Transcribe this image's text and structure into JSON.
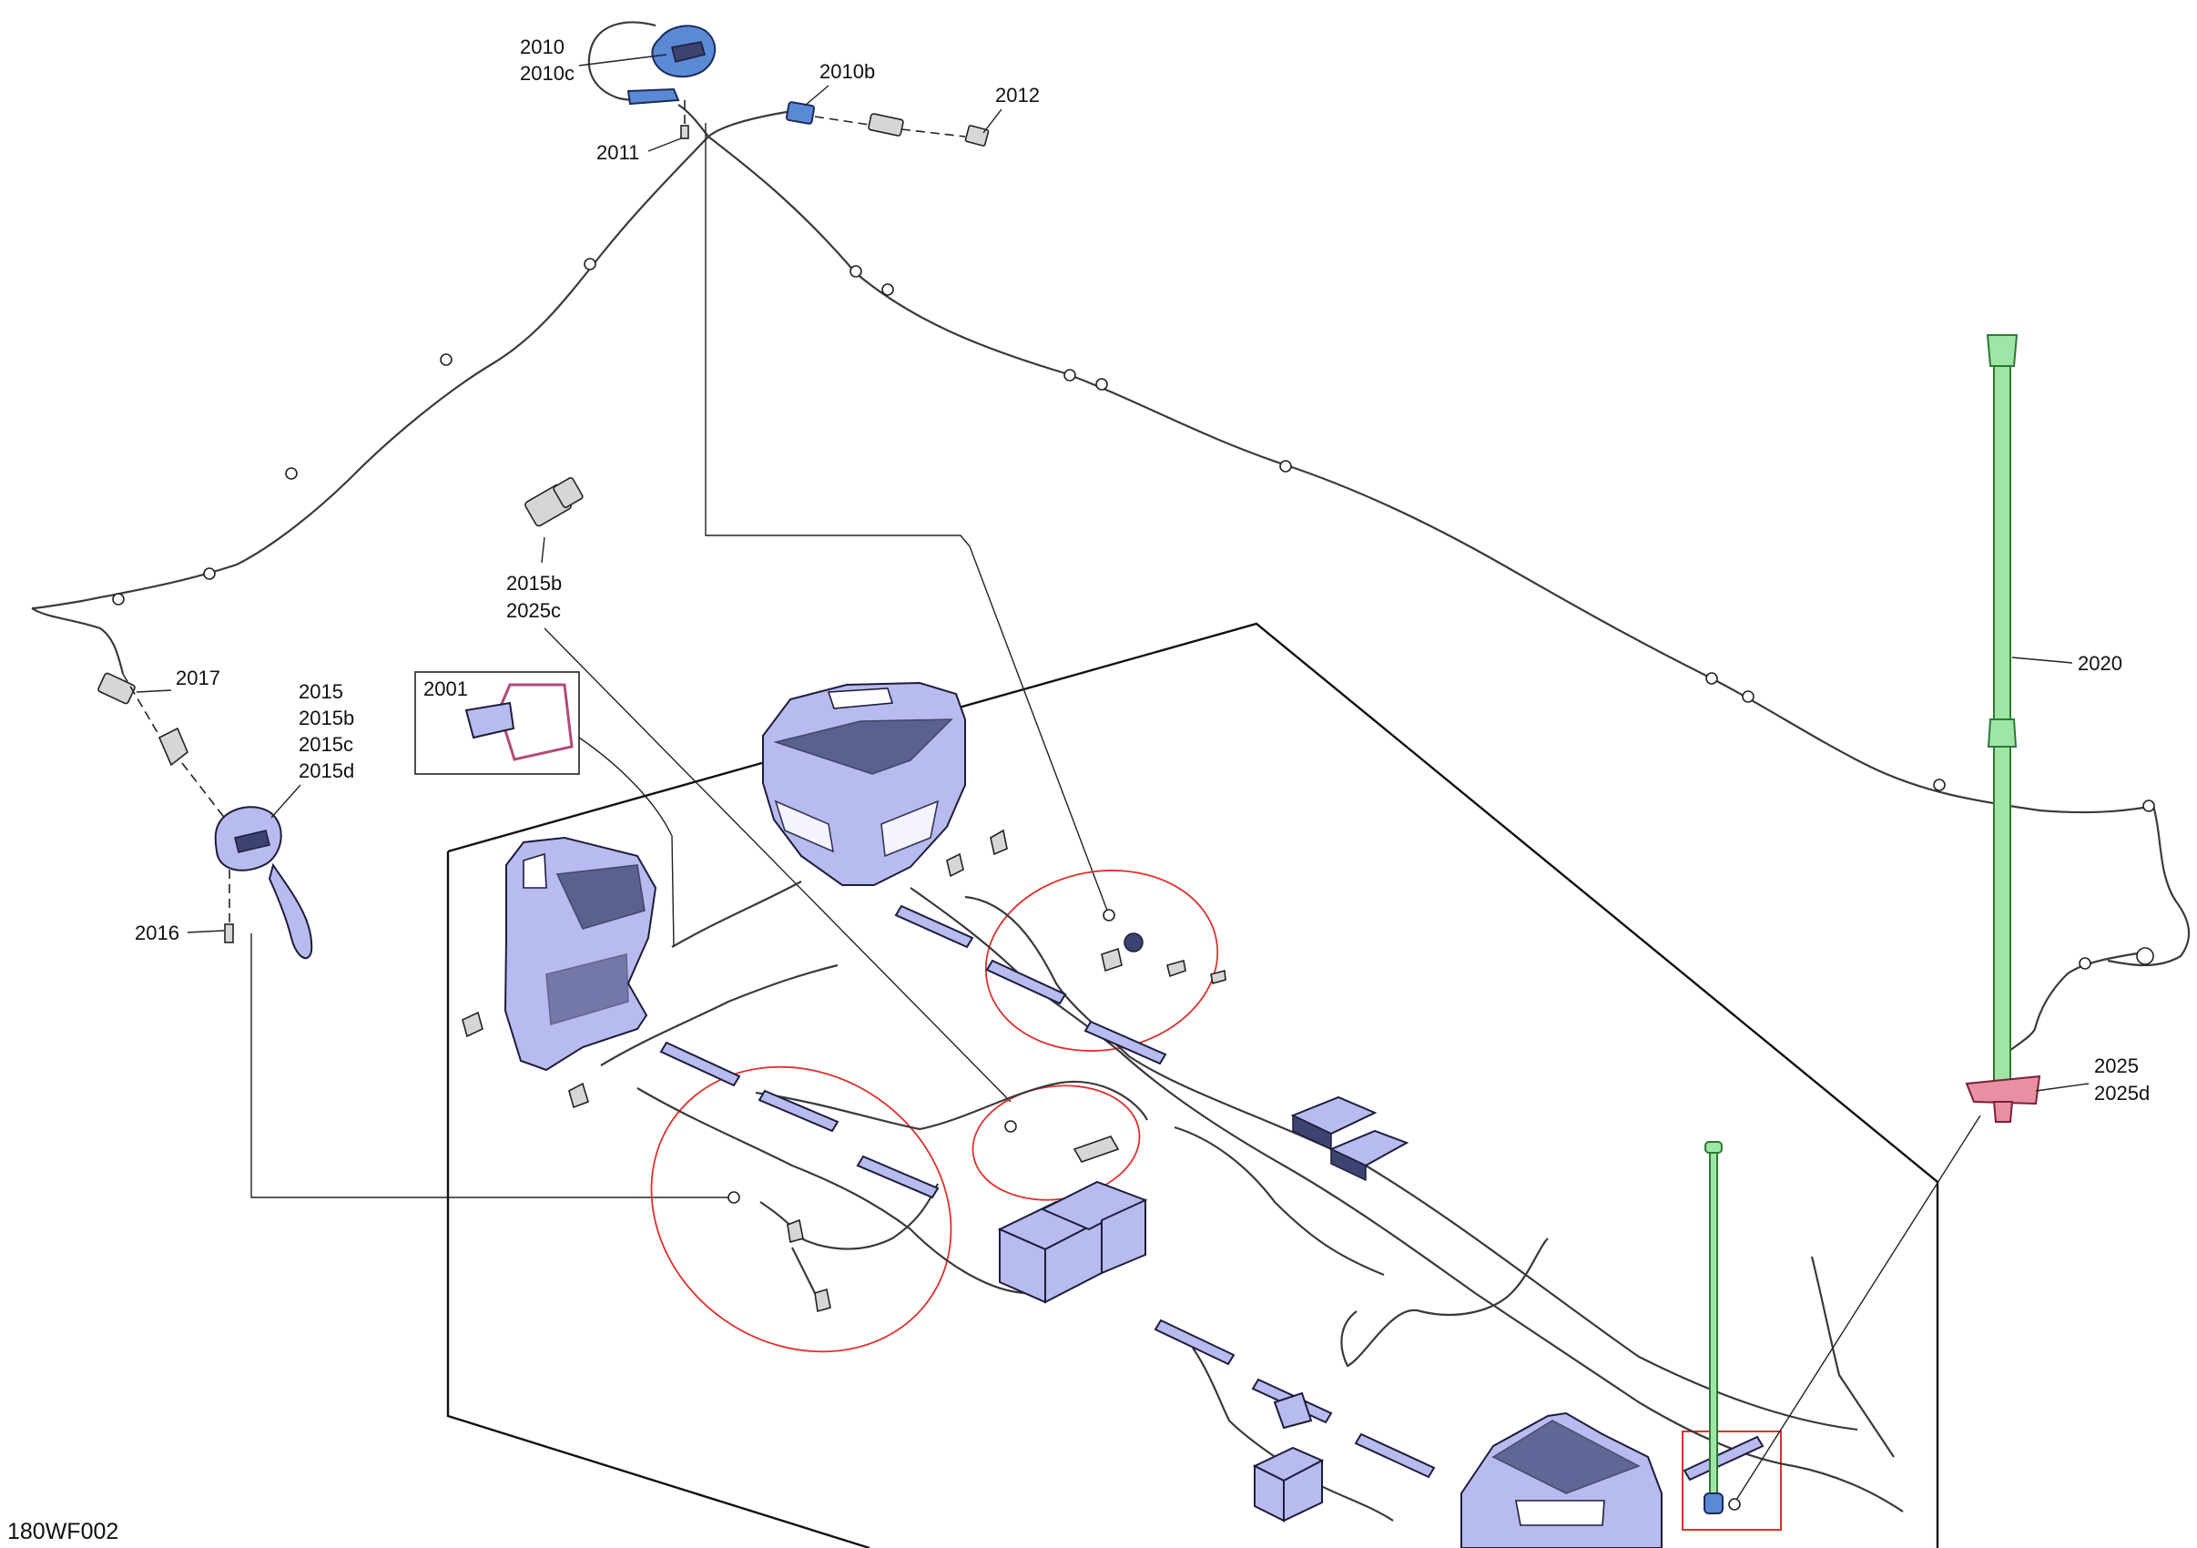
{
  "figure_code": "180WF002",
  "callouts": {
    "c2010": "2010",
    "c2010c": "2010c",
    "c2010b": "2010b",
    "c2011": "2011",
    "c2012": "2012",
    "c2015b_top": "2015b",
    "c2025c": "2025c",
    "c2001": "2001",
    "c2017": "2017",
    "c2015": "2015",
    "c2015b": "2015b",
    "c2015c": "2015c",
    "c2015d": "2015d",
    "c2016": "2016",
    "c2020": "2020",
    "c2025": "2025",
    "c2025d": "2025d"
  },
  "colors": {
    "housing": "#b7bbef",
    "light_unit": "#5a8ad6",
    "antenna": "#9fe6a6",
    "base": "#e98fa4",
    "detail_ring": "#e0302a"
  }
}
